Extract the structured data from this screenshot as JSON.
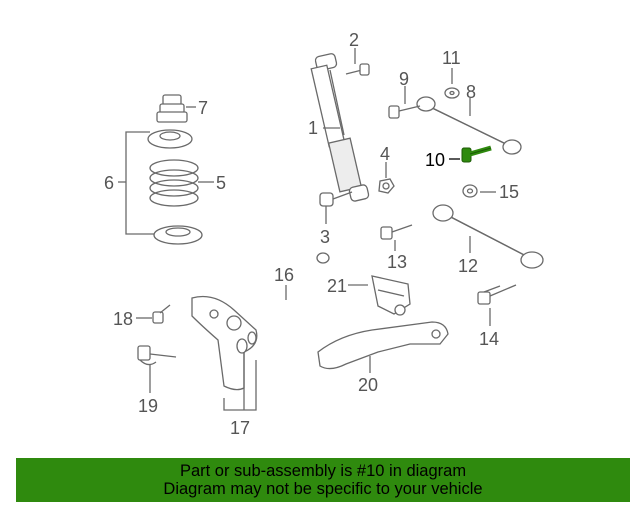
{
  "callouts": {
    "n1": "1",
    "n2": "2",
    "n3": "3",
    "n4": "4",
    "n5": "5",
    "n6": "6",
    "n7": "7",
    "n8": "8",
    "n9": "9",
    "n10": "10",
    "n11": "11",
    "n12": "12",
    "n13": "13",
    "n14": "14",
    "n15": "15",
    "n16": "16",
    "n17": "17",
    "n18": "18",
    "n19": "19",
    "n20": "20",
    "n21": "21"
  },
  "highlight": {
    "part": "10",
    "color": "#2f8a0e"
  },
  "banner": {
    "line1": "Part or sub-assembly is #10 in diagram",
    "line2": "Diagram may not be specific to your vehicle",
    "color": "#2f8a0e"
  }
}
